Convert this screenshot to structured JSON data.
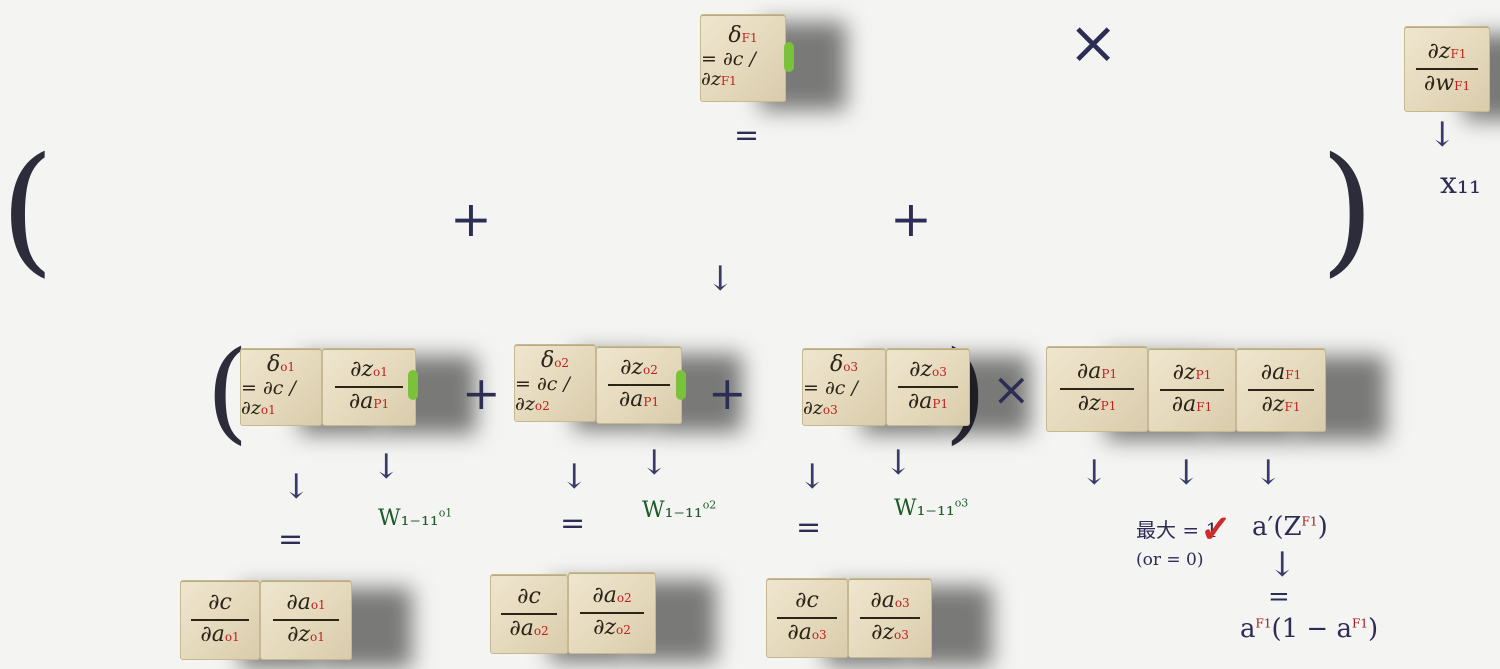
{
  "blocks": {
    "top_delta": {
      "pre": "δ",
      "pre_sup": "F1",
      "post": "= ∂c / ∂z",
      "post_sup": "F1"
    },
    "top_right": {
      "num": "∂z",
      "num_sup": "F1",
      "den": "∂w",
      "den_sup": "F1"
    },
    "mid1_delta": {
      "pre": "δ",
      "pre_sup": "o1",
      "post": "= ∂c / ∂z",
      "post_sup": "o1"
    },
    "mid1_frac": {
      "num": "∂z",
      "num_sup": "o1",
      "den": "∂a",
      "den_sup": "P1"
    },
    "mid2_delta": {
      "pre": "δ",
      "pre_sup": "o2",
      "post": "= ∂c / ∂z",
      "post_sup": "o2"
    },
    "mid2_frac": {
      "num": "∂z",
      "num_sup": "o2",
      "den": "∂a",
      "den_sup": "P1"
    },
    "mid3_delta": {
      "pre": "δ",
      "pre_sup": "o3",
      "post": "= ∂c / ∂z",
      "post_sup": "o3"
    },
    "mid3_frac": {
      "num": "∂z",
      "num_sup": "o3",
      "den": "∂a",
      "den_sup": "P1"
    },
    "right_a": {
      "num": "∂a",
      "num_sup": "P1",
      "den": "∂z",
      "den_sup": "P1"
    },
    "right_b": {
      "num": "∂z",
      "num_sup": "P1",
      "den": "∂a",
      "den_sup": "F1"
    },
    "right_c": {
      "num": "∂a",
      "num_sup": "F1",
      "den": "∂z",
      "den_sup": "F1"
    },
    "bot1_a": {
      "num": "∂c",
      "num_sup": "",
      "den": "∂a",
      "den_sup": "o1"
    },
    "bot1_b": {
      "num": "∂a",
      "num_sup": "o1",
      "den": "∂z",
      "den_sup": "o1"
    },
    "bot2_a": {
      "num": "∂c",
      "num_sup": "",
      "den": "∂a",
      "den_sup": "o2"
    },
    "bot2_b": {
      "num": "∂a",
      "num_sup": "o2",
      "den": "∂z",
      "den_sup": "o2"
    },
    "bot3_a": {
      "num": "∂c",
      "num_sup": "",
      "den": "∂a",
      "den_sup": "o3"
    },
    "bot3_b": {
      "num": "∂a",
      "num_sup": "o3",
      "den": "∂z",
      "den_sup": "o3"
    }
  },
  "handwriting": {
    "x11": "x₁₁",
    "w1": "W₁₋₁₁",
    "w1_sup": "o1",
    "w2": "W₁₋₁₁",
    "w2_sup": "o2",
    "w3": "W₁₋₁₁",
    "w3_sup": "o3",
    "max_text": "最大 = 1",
    "or_text": "(or = 0)",
    "sigma_prime": "a′(Z",
    "sigma_prime_sup": "F1",
    "sigma_prime_end": ")",
    "result": "a",
    "result_sup": "F1",
    "result_tail": "(1 − a",
    "result_tail_sup": "F1",
    "result_end": ")"
  },
  "symbols": {
    "times": "×",
    "plus": "+",
    "equals": "=",
    "arrow_down": "↓",
    "lparen": "(",
    "rparen": ")"
  }
}
